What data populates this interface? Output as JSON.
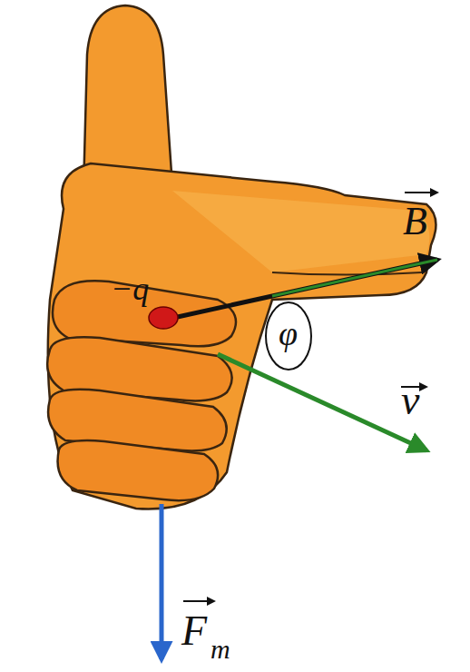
{
  "diagram": {
    "labels": [
      "−q",
      "B",
      "φ",
      "v",
      "F",
      "m"
    ]
  }
}
